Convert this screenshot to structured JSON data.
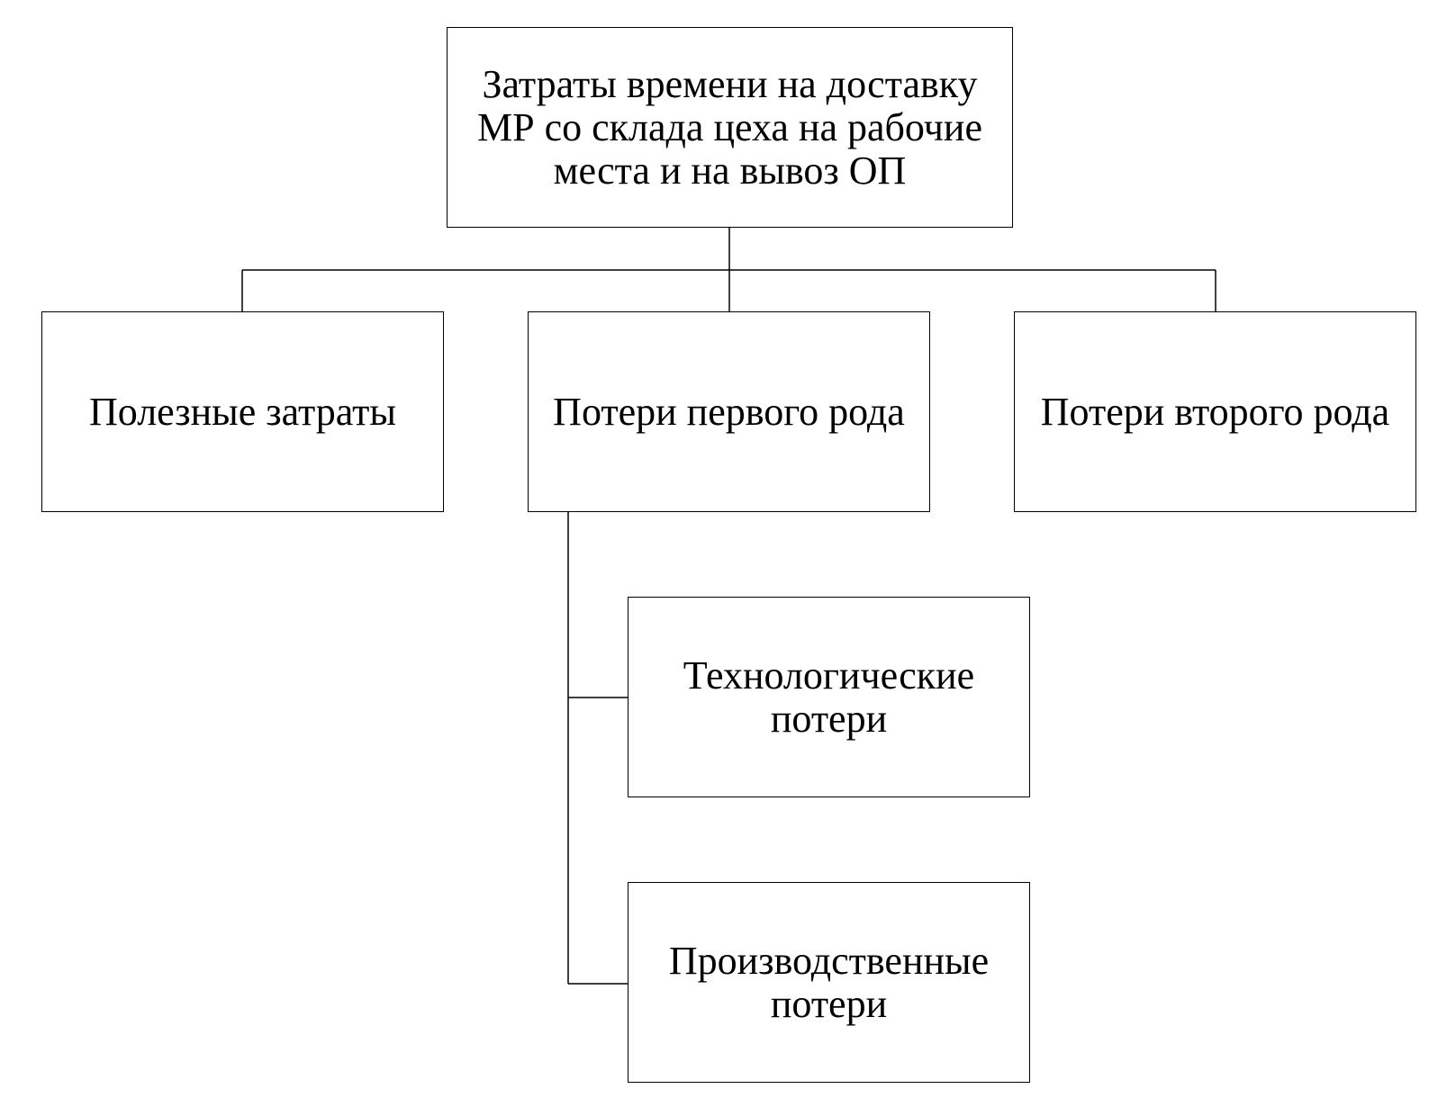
{
  "diagram": {
    "root": "Затраты времени на доставку МР со склада цеха на рабочие места и на вывоз ОП",
    "children": [
      {
        "label": "Полезные затраты"
      },
      {
        "label": "Потери первого рода",
        "children": [
          {
            "label": "Технологические потери"
          },
          {
            "label": "Производственные потери"
          }
        ]
      },
      {
        "label": "Потери второго рода"
      }
    ]
  }
}
